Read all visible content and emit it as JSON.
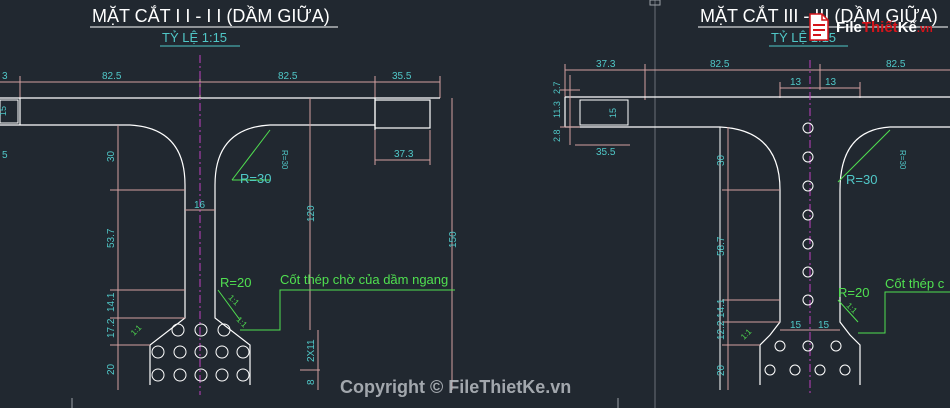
{
  "left_section": {
    "title": "MẶT CẮT I I -  I I (DẦM GIỮA)",
    "scale": "TỶ LỆ  1:15",
    "dims": {
      "d_3": "3",
      "d_82_5_a": "82.5",
      "d_82_5_b": "82.5",
      "d_35_5_top": "35.5",
      "d_15": "15",
      "d_5": "5",
      "d_37_3": "37.3",
      "d_30": "30",
      "d_r30": "R=30",
      "d_r30_small": "R=30",
      "d_16": "16",
      "d_120": "120",
      "d_150": "150",
      "d_53_7": "53.7",
      "d_r20": "R=20",
      "d_14_1": "14.1",
      "d_17_2": "17.2",
      "d_20": "20",
      "d_2x11": "2X11",
      "d_8": "8",
      "d_1_1_a": "1:1",
      "d_1_1_b": "1:1",
      "d_1_1_c": "1:1"
    },
    "note": "Cốt thép chờ của dầm ngang"
  },
  "right_section": {
    "title": "MẶT CẮT III - III (DẦM GIỮA)",
    "scale": "TỶ LỆ  1:15",
    "dims": {
      "d_37_3": "37.3",
      "d_82_5_a": "82.5",
      "d_82_5_b": "82.5",
      "d_2_7": "2.7",
      "d_11_3": "11.3",
      "d_2_8": "2.8",
      "d_15": "15",
      "d_35_5": "35.5",
      "d_13_a": "13",
      "d_13_b": "13",
      "d_30": "30",
      "d_r30": "R=30",
      "d_r30_small": "R=30",
      "d_58_7": "58.7",
      "d_r20": "R=20",
      "d_14_1": "14.1",
      "d_12_2": "12.2",
      "d_20": "20",
      "d_15_a": "15",
      "d_15_b": "15",
      "d_1_1_a": "1:1",
      "d_1_1_b": "1:1"
    },
    "note": "Cốt thép c"
  },
  "logo": {
    "brand_a": "File",
    "brand_b": "Thiết",
    "brand_c": "Kế",
    "brand_d": ".vn"
  },
  "watermark": "Copyright © FileThietKe.vn",
  "colors": {
    "background": "#212830",
    "outline": "#ffffff",
    "dimension": "#d2a0a0",
    "dim_text": "#50c8c8",
    "annotation": "#50e050",
    "center_line": "#c040c0",
    "rebar": "#ffffff"
  }
}
